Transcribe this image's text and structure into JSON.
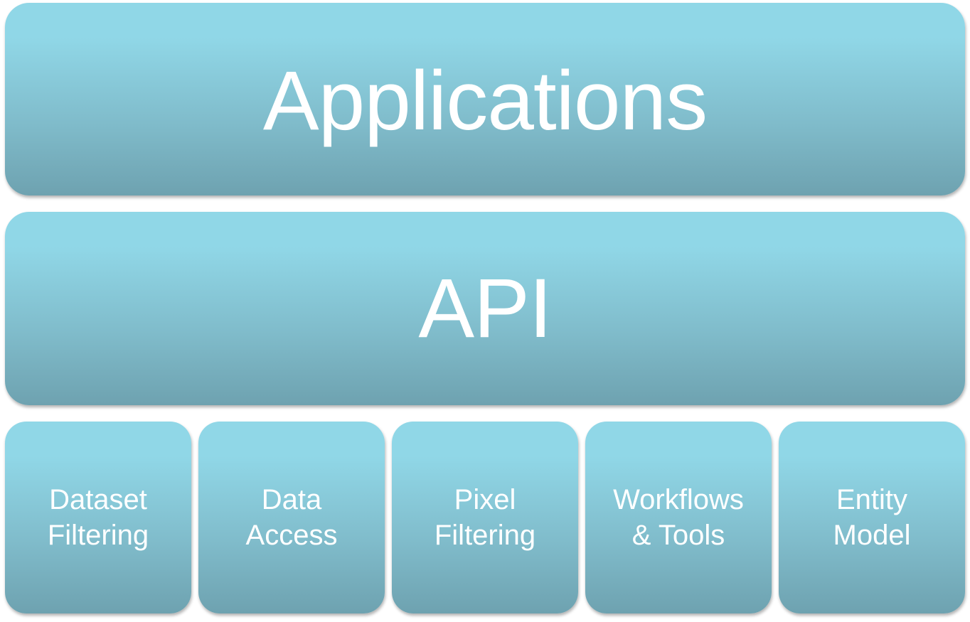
{
  "diagram": {
    "layers": [
      {
        "label": "Applications"
      },
      {
        "label": "API"
      }
    ],
    "components": [
      {
        "line1": "Dataset",
        "line2": "Filtering"
      },
      {
        "line1": "Data",
        "line2": "Access"
      },
      {
        "line1": "Pixel",
        "line2": "Filtering"
      },
      {
        "line1": "Workflows",
        "line2": "& Tools"
      },
      {
        "line1": "Entity",
        "line2": "Model"
      }
    ],
    "colors": {
      "box_top": "#90d7e7",
      "box_bottom": "#6ea2b0",
      "text": "#ffffff"
    }
  }
}
